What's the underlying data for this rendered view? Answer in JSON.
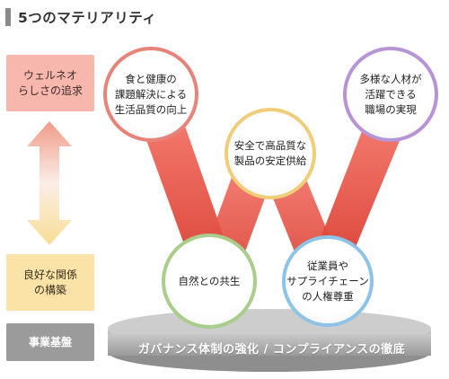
{
  "title": "5つのマテリアリティ",
  "left_axis": {
    "top_box": "ウェルネオ\nらしさの追求",
    "middle_box": "良好な関係\nの構築",
    "bottom_box": "事業基盤"
  },
  "materialities": [
    {
      "label": "食と健康の\n課題解決による\n生活品質の向上",
      "color": "#e8837a"
    },
    {
      "label": "安全で高品質な\n製品の安定供給",
      "color": "#f0cd79"
    },
    {
      "label": "多様な人材が\n活躍できる\n職場の実現",
      "color": "#b694d6"
    },
    {
      "label": "自然との共生",
      "color": "#a9cd8a"
    },
    {
      "label": "従業員や\nサプライチェーン\nの人権尊重",
      "color": "#8ec3e8"
    }
  ],
  "foundation": "ガバナンス体制の強化 / コンプライアンスの徹底",
  "colors": {
    "ribbon": "#e84a3c",
    "arrow_top": "#f09a88",
    "arrow_bottom": "#f8dd94",
    "pedestal": "#a8a8a8"
  }
}
